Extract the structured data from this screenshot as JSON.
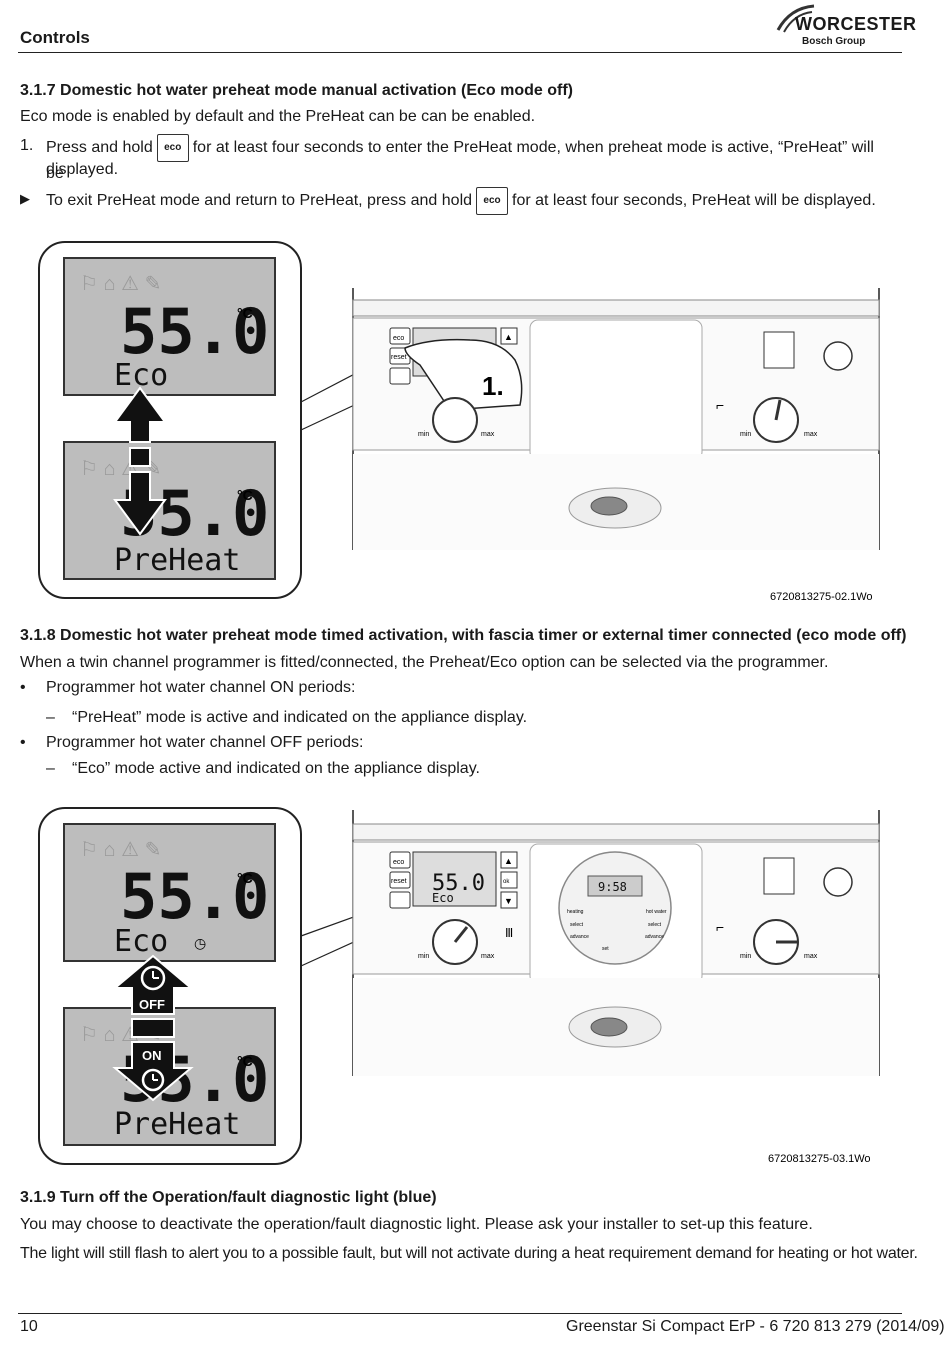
{
  "header": {
    "title": "Controls",
    "brand": "WORCESTER",
    "brand_sub": "Bosch Group"
  },
  "s317": {
    "heading": "3.1.7 Domestic hot water preheat mode manual activation (Eco mode off)",
    "intro": "Eco mode is enabled by default and the PreHeat can be can be enabled.",
    "step_num": "1.",
    "step_a": "Press and hold",
    "step_b": "for at least four seconds to enter the PreHeat mode, when preheat mode is active, “PreHeat” will be",
    "step_c": "displayed.",
    "exit_a": "To exit PreHeat mode and return to PreHeat, press and hold",
    "exit_b": "for at least four seconds, PreHeat will be displayed.",
    "key_label": "eco"
  },
  "figure1": {
    "lcd_top_temp": "55.0",
    "lcd_top_mode": "Eco",
    "lcd_bottom_temp": "55.0",
    "lcd_bottom_mode": "PreHeat",
    "unit": "°C",
    "step_marker": "1.",
    "btn_eco": "eco",
    "btn_reset": "reset",
    "dial_min": "min",
    "dial_max": "max",
    "caption": "6720813275-02.1Wo"
  },
  "s318": {
    "heading": "3.1.8 Domestic hot water preheat mode timed activation, with fascia timer or external timer connected (eco mode off)",
    "intro": "When a twin channel programmer is fitted/connected, the Preheat/Eco option can be selected via the programmer.",
    "bullet1": "Programmer hot water channel ON periods:",
    "sub1": "“PreHeat” mode is active and indicated on the appliance display.",
    "bullet2": "Programmer hot water channel OFF periods:",
    "sub2": "“Eco” mode active and indicated on the appliance display."
  },
  "figure2": {
    "lcd_top_temp": "55.0",
    "lcd_top_mode": "Eco",
    "lcd_bottom_temp": "55.0",
    "lcd_bottom_mode": "PreHeat",
    "unit": "°C",
    "label_off": "OFF",
    "label_on": "ON",
    "btn_eco": "eco",
    "btn_reset": "reset",
    "btn_ok": "ok",
    "mini_temp": "55.0",
    "mini_mode": "Eco",
    "timer_time": "9:58",
    "timer_heating": "heating",
    "timer_hotwater": "hot water",
    "timer_select": "select",
    "timer_advance": "advance",
    "timer_set": "set",
    "dial_min": "min",
    "dial_max": "max",
    "caption": "6720813275-03.1Wo"
  },
  "s319": {
    "heading": "3.1.9 Turn off the Operation/fault diagnostic light (blue)",
    "p1": "You may choose to deactivate the operation/fault diagnostic light. Please ask your installer to set-up this feature.",
    "p2": "The light will still flash to alert you to a possible fault, but will not activate during a heat requirement demand for heating or hot water."
  },
  "footer": {
    "page": "10",
    "doc": "Greenstar Si Compact ErP - 6 720 813 279 (2014/09)"
  }
}
